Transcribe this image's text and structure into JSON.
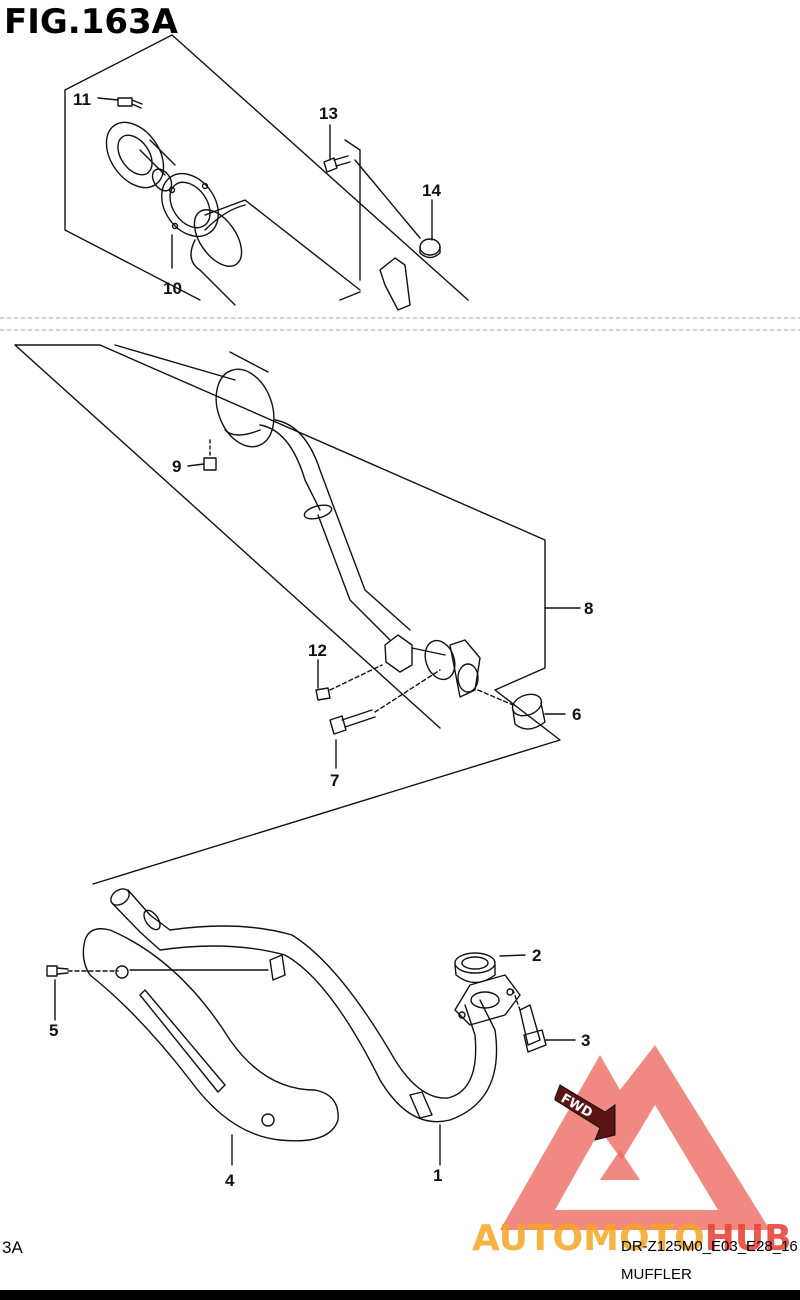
{
  "figure": {
    "title": "FIG.163A",
    "footer_left": "3A",
    "footer_code": "DR-Z125M0_E03_E28_16",
    "footer_name": "MUFFLER"
  },
  "callouts": [
    {
      "id": "11",
      "label": "11"
    },
    {
      "id": "13",
      "label": "13"
    },
    {
      "id": "14",
      "label": "14"
    },
    {
      "id": "10",
      "label": "10"
    },
    {
      "id": "9",
      "label": "9"
    },
    {
      "id": "8",
      "label": "8"
    },
    {
      "id": "12",
      "label": "12"
    },
    {
      "id": "7",
      "label": "7"
    },
    {
      "id": "6",
      "label": "6"
    },
    {
      "id": "2",
      "label": "2"
    },
    {
      "id": "3",
      "label": "3"
    },
    {
      "id": "5",
      "label": "5"
    },
    {
      "id": "4",
      "label": "4"
    },
    {
      "id": "1",
      "label": "1"
    }
  ],
  "fwd_arrow": {
    "label": "FWD"
  },
  "watermark": {
    "text_part1": "AUTOMOTO",
    "text_part2": "HUB",
    "color_part1": "#f5a623",
    "color_part2": "#e8473b",
    "triangle_color": "#e8473b"
  },
  "colors": {
    "line": "#111111",
    "background": "#ffffff"
  }
}
